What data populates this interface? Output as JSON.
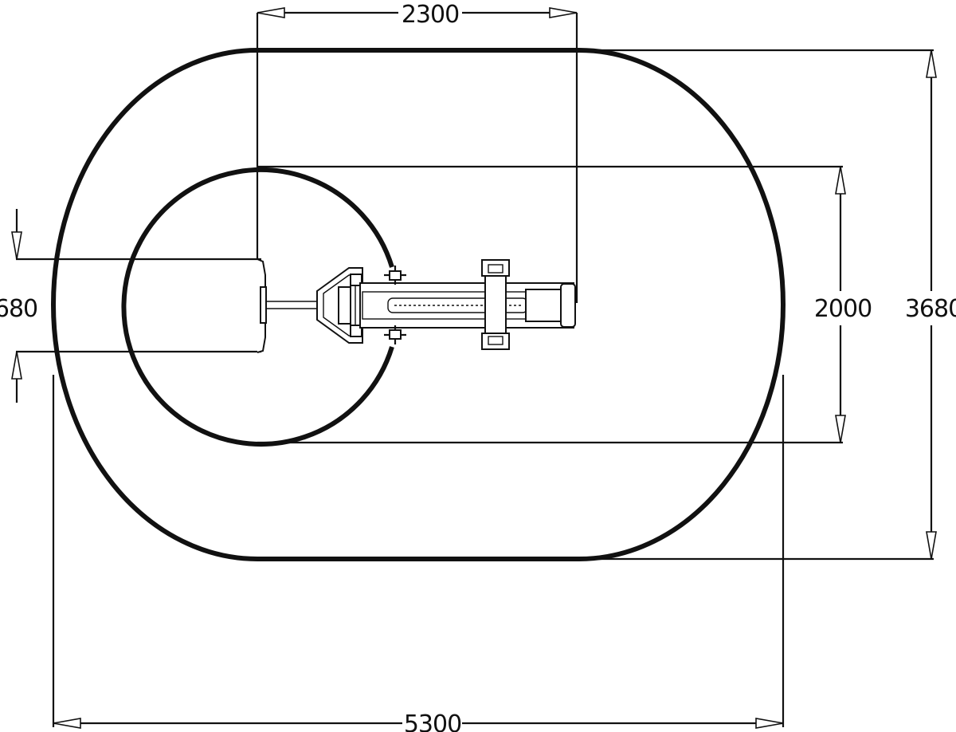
{
  "dimensions": {
    "top_width": "2300",
    "overall_width": "5300",
    "overall_height": "3680",
    "inner_circle_diameter": "2000",
    "post_width": "680"
  },
  "colors": {
    "line": "#111111",
    "background": "#ffffff"
  }
}
